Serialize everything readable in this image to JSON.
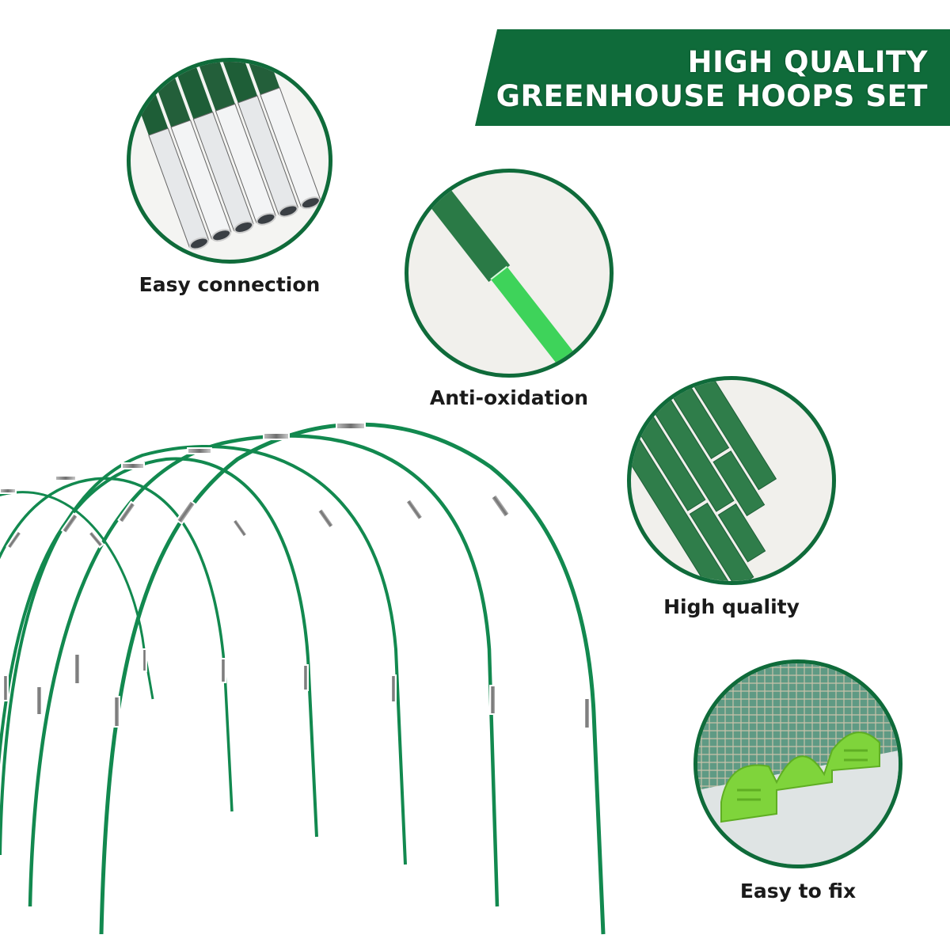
{
  "banner": {
    "line1": "HIGH QUALITY",
    "line2": "GREENHOUSE HOOPS SET",
    "bg_color": "#0f6b3a"
  },
  "features": [
    {
      "label": "Easy connection",
      "image": "silver-tube-ends-icon"
    },
    {
      "label": "Anti-oxidation",
      "image": "coated-rod-icon"
    },
    {
      "label": "High quality",
      "image": "green-rods-bundle-icon"
    },
    {
      "label": "Easy to fix",
      "image": "green-clip-on-netting-icon"
    }
  ],
  "colors": {
    "accent_green": "#0f6b3a",
    "hoop_green": "#12894f",
    "connector_gray": "#9a9a9a",
    "light_green": "#3ed35a"
  }
}
